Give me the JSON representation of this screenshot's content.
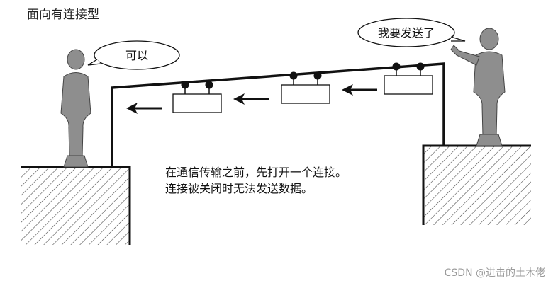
{
  "title": "面向有连接型",
  "speech": {
    "left": "可以",
    "right": "我要发送了"
  },
  "caption": {
    "line1": "在通信传输之前，先打开一个连接。",
    "line2": "连接被关闭时无法发送数据。"
  },
  "watermark": "CSDN @进击的土木佬",
  "colors": {
    "figure": "#8e8e8e",
    "line": "#111111",
    "hatch": "#444444",
    "background": "#ffffff"
  },
  "icons": [
    "person-figure",
    "speech-bubble",
    "arrow-left",
    "packet-box"
  ]
}
